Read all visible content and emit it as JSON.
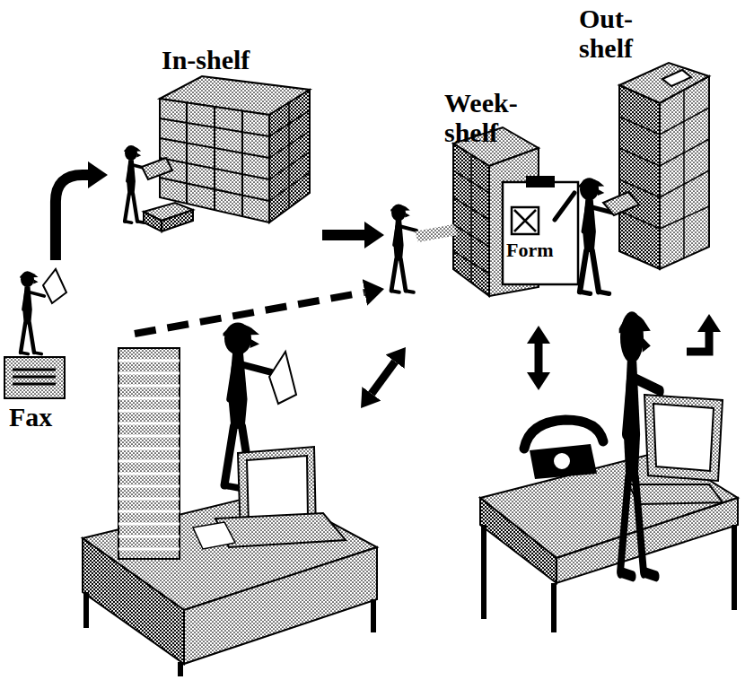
{
  "diagram": {
    "nodes": [
      {
        "text": [
          "Fax"
        ]
      },
      {
        "text": [
          "In-shelf"
        ]
      },
      {
        "text": [
          "Week- shelf"
        ]
      },
      {
        "text": [
          "Form"
        ]
      },
      {
        "text": [
          "Out- shelf"
        ]
      }
    ],
    "edges": [
      {
        "from": 0,
        "to": 1,
        "arrow": "to"
      },
      {
        "from": 1,
        "to": 2,
        "arrow": "to"
      },
      {
        "from": 0,
        "to": 2,
        "arrow": "to"
      }
    ]
  }
}
